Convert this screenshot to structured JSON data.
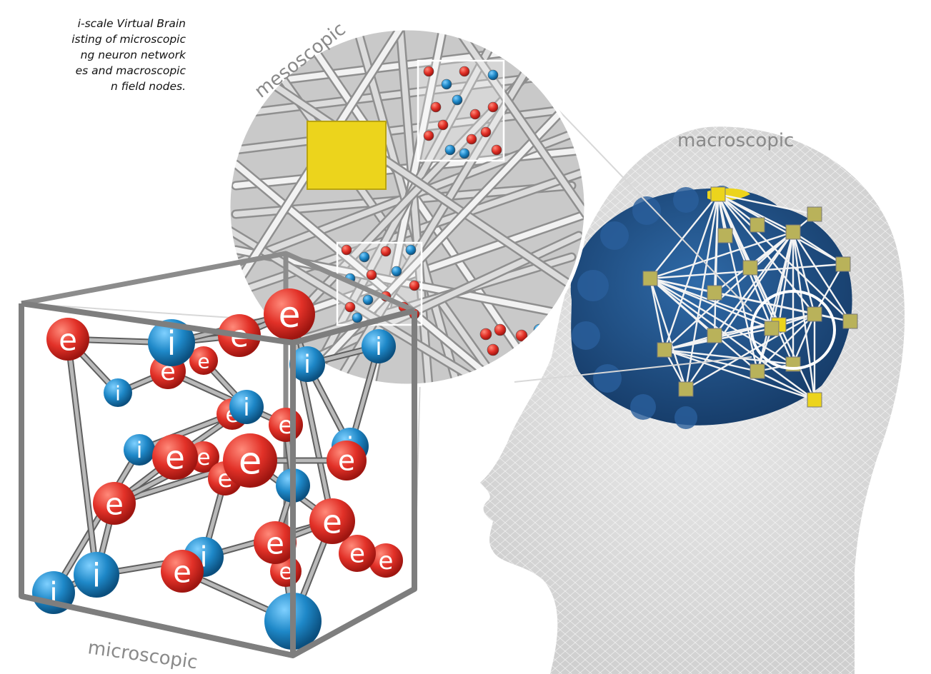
{
  "caption": {
    "lines": [
      "i-scale Virtual Brain",
      "isting of microscopic",
      "ng neuron network",
      "es and macroscopic",
      "n field nodes."
    ]
  },
  "labels": {
    "mesoscopic": "mesoscopic",
    "macroscopic": "macroscopic",
    "microscopic": "microscopic"
  },
  "node_letters": {
    "excitatory": "e",
    "inhibitory": "i"
  },
  "colors": {
    "excitatory": "#e23128",
    "inhibitory": "#1e88c8",
    "mesoscopic_node": "#ecd41c",
    "macroscopic_node": "#b9b25a",
    "brain": "#1f4f86",
    "head": "#d9d9d9",
    "connection": "#cfcfcf",
    "frame": "#8c8c8c"
  }
}
